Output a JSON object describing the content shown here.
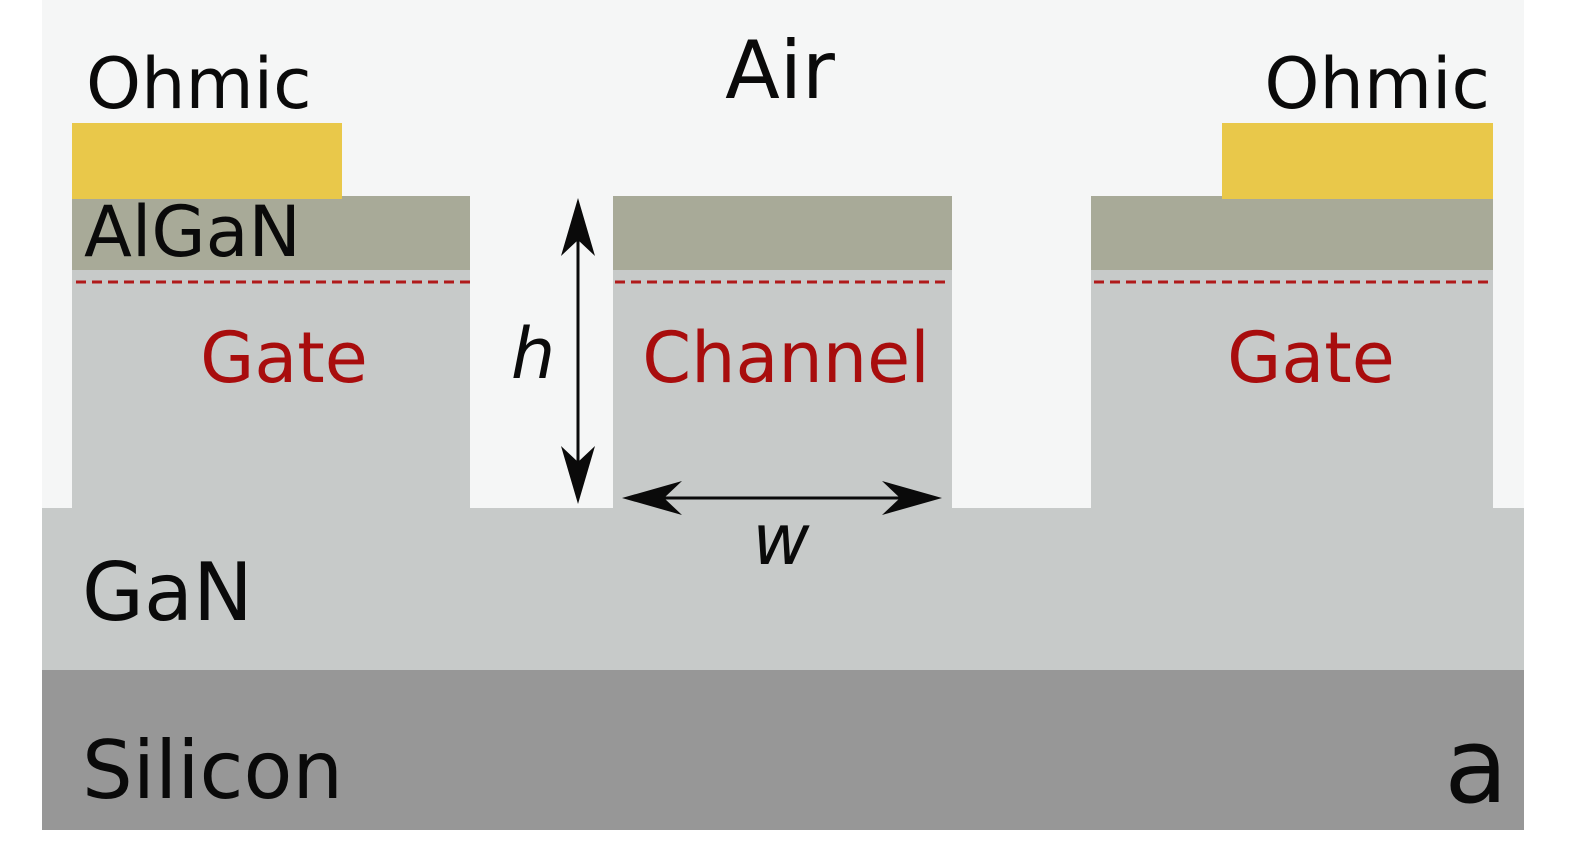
{
  "labels": {
    "air": "Air",
    "ohmic_left": "Ohmic",
    "ohmic_right": "Ohmic",
    "algan": "AlGaN",
    "gate_left": "Gate",
    "channel": "Channel",
    "gate_right": "Gate",
    "height_symbol": "h",
    "width_symbol": "w",
    "gan": "GaN",
    "silicon": "Silicon",
    "panel_letter": "a"
  },
  "colors": {
    "air": "#f5f6f6",
    "ohmic": "#e9c84a",
    "algan": "#a8aa98",
    "gan": "#c7cac9",
    "silicon": "#979797",
    "interface_line": "#b01a1a",
    "label_red": "#a80d0d",
    "arrow": "#0a0a0a"
  }
}
